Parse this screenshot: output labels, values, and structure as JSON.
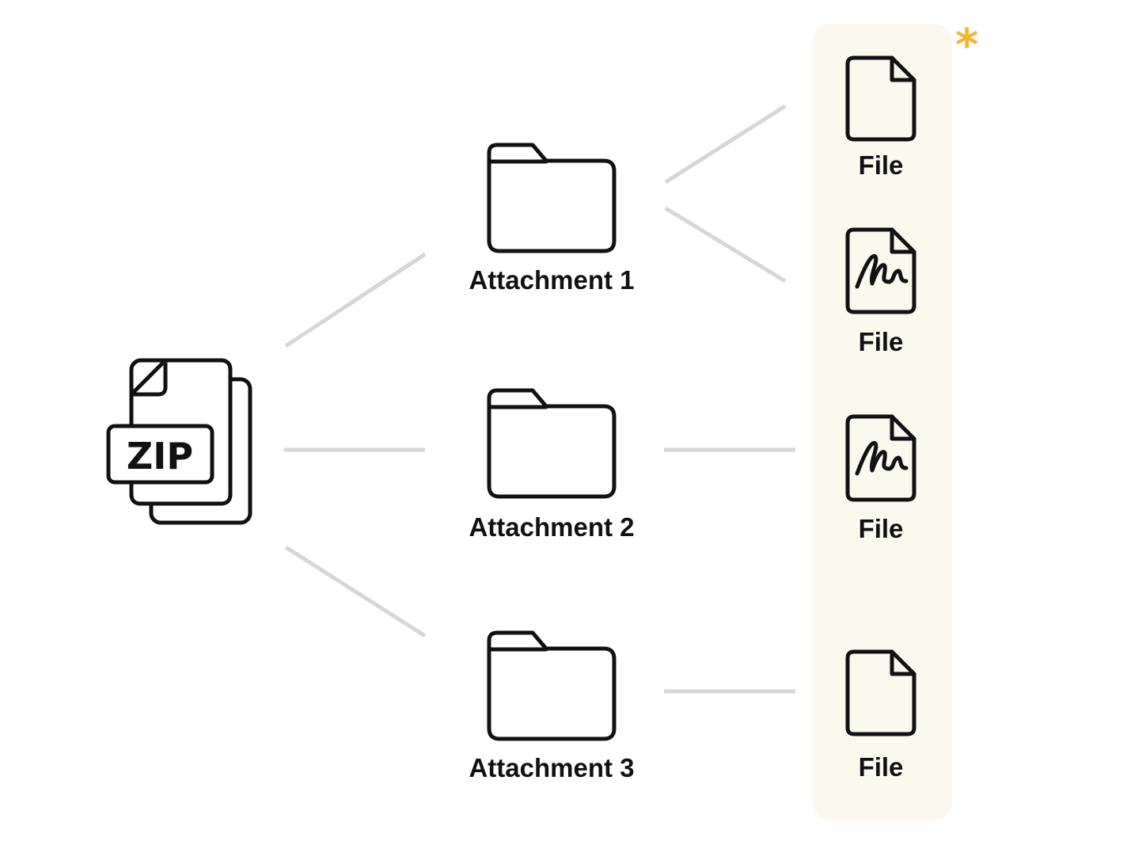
{
  "colors": {
    "highlight_column": "#fbf8ee",
    "connector": "#d6d6d6",
    "asterisk": "#f2b72e",
    "icon_stroke": "#111111"
  },
  "archive": {
    "icon": "zip-archive-icon",
    "badge_text": "ZIP"
  },
  "attachments": [
    {
      "label": "Attachment 1",
      "icon": "folder-icon"
    },
    {
      "label": "Attachment 2",
      "icon": "folder-icon"
    },
    {
      "label": "Attachment 3",
      "icon": "folder-icon"
    }
  ],
  "files": [
    {
      "label": "File",
      "icon": "blank-file-icon"
    },
    {
      "label": "File",
      "icon": "signed-file-icon"
    },
    {
      "label": "File",
      "icon": "signed-file-icon"
    },
    {
      "label": "File",
      "icon": "blank-file-icon"
    }
  ],
  "highlight_marker": "*"
}
